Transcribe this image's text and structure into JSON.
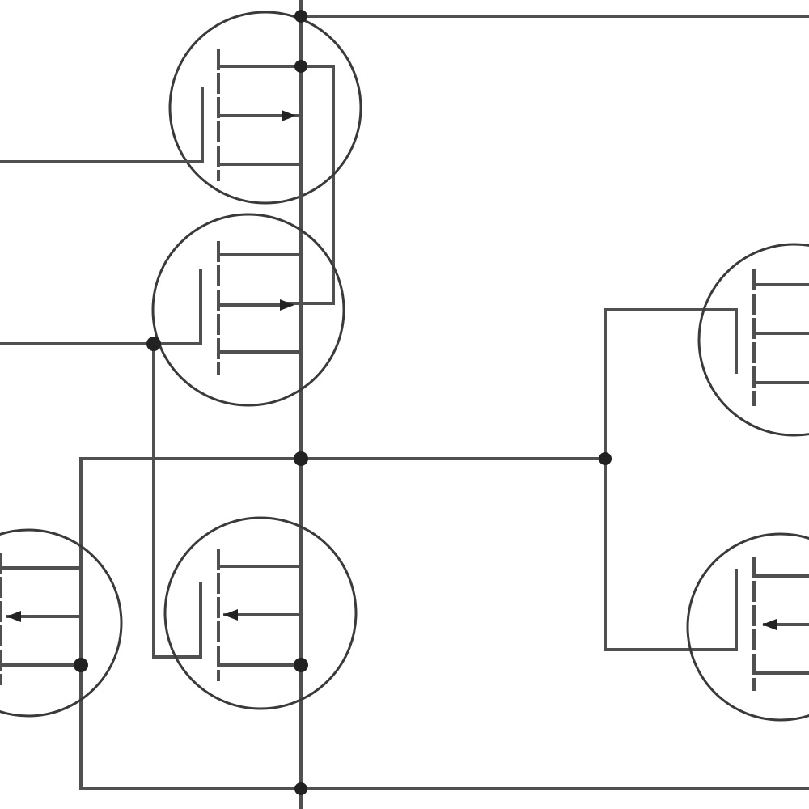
{
  "colors": {
    "background": "#ffffff",
    "wire": "#505050",
    "circle": "#3a3a3a",
    "node": "#222222"
  },
  "transistors": [
    {
      "name": "mosfet-top",
      "type": "nmos-depletion",
      "arrow": "in"
    },
    {
      "name": "mosfet-middle",
      "type": "nmos-depletion",
      "arrow": "in"
    },
    {
      "name": "mosfet-bottom-center",
      "type": "pmos-depletion",
      "arrow": "out"
    },
    {
      "name": "mosfet-bottom-left",
      "type": "pmos-depletion",
      "arrow": "out"
    },
    {
      "name": "mosfet-right-upper",
      "type": "depletion",
      "arrow": "none"
    },
    {
      "name": "mosfet-right-lower",
      "type": "pmos-depletion",
      "arrow": "out"
    }
  ],
  "junction_count": 8
}
